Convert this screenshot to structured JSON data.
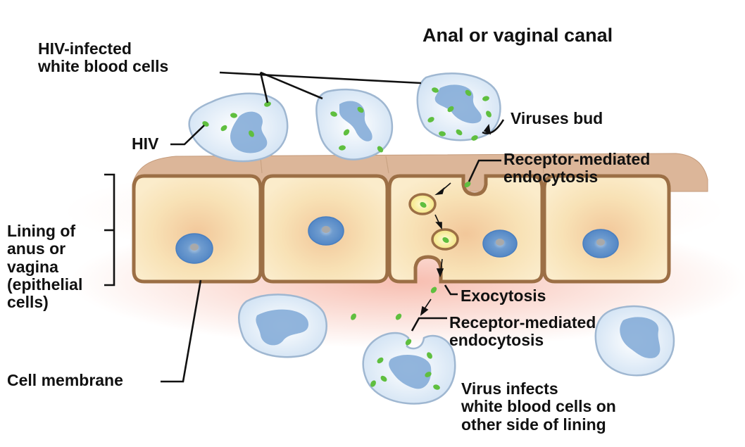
{
  "title": "Anal or vaginal canal",
  "labels": {
    "hiv_infected": [
      "HIV-infected",
      "white blood cells"
    ],
    "hiv": "HIV",
    "viruses_bud": "Viruses bud",
    "receptor_top": [
      "Receptor-mediated",
      "endocytosis"
    ],
    "lining": [
      "Lining of",
      "anus or",
      "vagina",
      "(epithelial",
      "cells)"
    ],
    "exocytosis": "Exocytosis",
    "receptor_bottom": [
      "Receptor-mediated",
      "endocytosis"
    ],
    "cell_membrane": "Cell membrane",
    "virus_infects": [
      "Virus infects",
      "white blood cells on",
      "other side of lining"
    ]
  },
  "colors": {
    "cell_fill": "#f8e4b8",
    "cell_border": "#9c6f45",
    "surface": "#dcb699",
    "wbc_fill": "#dbe9f6",
    "wbc_border": "#9fb7d1",
    "nucleus": "#7fa8d6",
    "virus": "#5fbf3f",
    "glow": "#f6b3a3"
  }
}
